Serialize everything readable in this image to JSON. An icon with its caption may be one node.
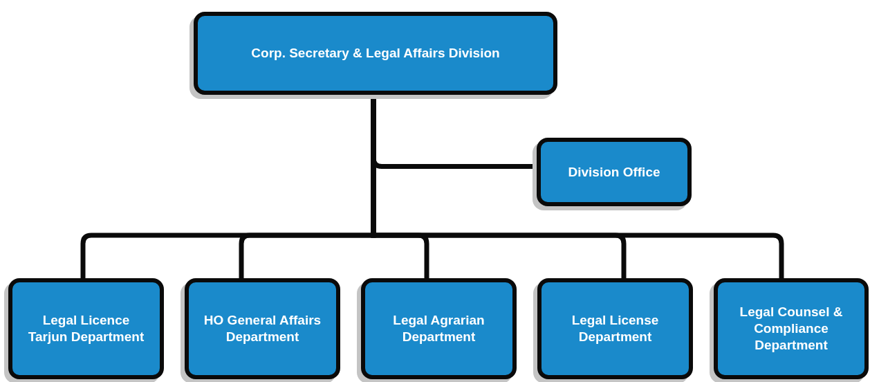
{
  "diagram": {
    "nodes": [
      {
        "text": [
          "Corp. Secretary & Legal Affairs Division"
        ]
      },
      {
        "text": [
          "Division Office"
        ]
      },
      {
        "text": [
          "Legal Licence Tarjun Department"
        ]
      },
      {
        "text": [
          "HO General Affairs Department"
        ]
      },
      {
        "text": [
          "Legal Agrarian Department"
        ]
      },
      {
        "text": [
          "Legal License Department"
        ]
      },
      {
        "text": [
          "Legal Counsel & Compliance Department"
        ]
      }
    ],
    "edges": [
      {
        "from": 0,
        "to": 1,
        "arrow": "none"
      },
      {
        "from": 0,
        "to": 2,
        "arrow": "none"
      },
      {
        "from": 0,
        "to": 3,
        "arrow": "none"
      },
      {
        "from": 0,
        "to": 4,
        "arrow": "none"
      },
      {
        "from": 0,
        "to": 5,
        "arrow": "none"
      },
      {
        "from": 0,
        "to": 6,
        "arrow": "none"
      }
    ]
  }
}
